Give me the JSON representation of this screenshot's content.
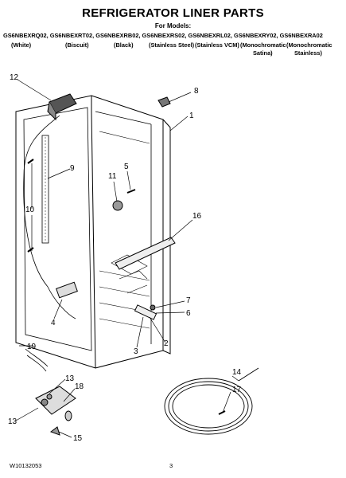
{
  "header": {
    "title": "REFRIGERATOR LINER PARTS",
    "for_models": "For Models:",
    "models_line": "GS6NBEXRQ02, GS6NBEXRT02, GS6NBEXRB02, GS6NBEXRS02, GS6NBEXRL02, GS6NBEXRY02, GS6NBEXRA02",
    "colors": {
      "white": "(White)",
      "biscuit": "(Biscuit)",
      "black": "(Black)",
      "stainless": "(Stainless Steel)",
      "stainless_vcm": "(Stainless VCM)",
      "mono_satina_1": "(Monochromatic",
      "mono_satina_2": "Satina)",
      "mono_stainless_1": "(Monochromatic",
      "mono_stainless_2": "Stainless)"
    }
  },
  "callouts": {
    "n1": "1",
    "n2": "2",
    "n3": "3",
    "n4": "4",
    "n5": "5",
    "n6": "6",
    "n7": "7",
    "n8": "8",
    "n9": "9",
    "n10": "10",
    "n11": "11",
    "n12": "12",
    "n13a": "13",
    "n13b": "13",
    "n14": "14",
    "n15": "15",
    "n16": "16",
    "n17": "17",
    "n18": "18",
    "n19": "19"
  },
  "footer": {
    "doc_number": "W10132053",
    "page_number": "3"
  }
}
